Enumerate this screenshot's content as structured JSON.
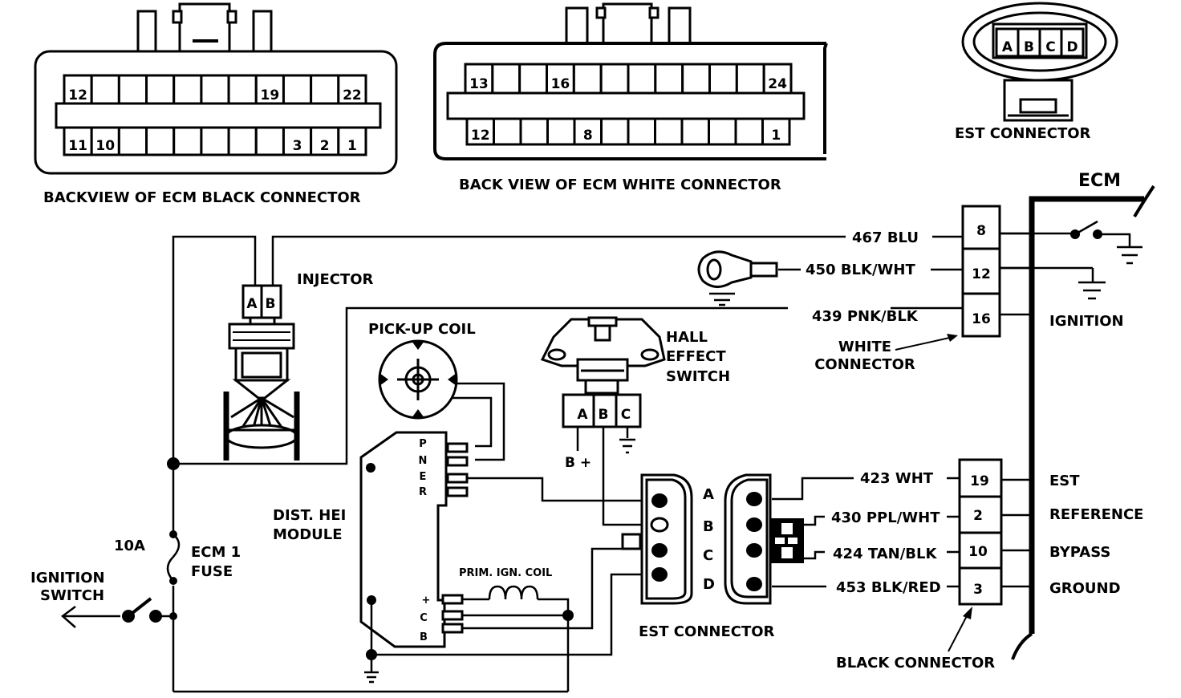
{
  "diagram": {
    "type": "wiring-diagram",
    "colors": {
      "ink": "#000000",
      "paper": "#ffffff"
    }
  },
  "black_connector_view": {
    "title": "BACKVIEW OF ECM BLACK CONNECTOR",
    "top_row_labels": [
      "12",
      "",
      "",
      "",
      "",
      "",
      "",
      "19",
      "",
      "",
      "22"
    ],
    "bottom_row_labels": [
      "11",
      "10",
      "",
      "",
      "",
      "",
      "",
      "",
      "3",
      "2",
      "1"
    ]
  },
  "white_connector_view": {
    "title": "BACK VIEW OF ECM WHITE CONNECTOR",
    "top_row_labels": [
      "13",
      "",
      "",
      "16",
      "",
      "",
      "",
      "",
      "",
      "",
      "",
      "24"
    ],
    "bottom_row_labels": [
      "12",
      "",
      "",
      "",
      "8",
      "",
      "",
      "",
      "",
      "",
      "",
      "1"
    ]
  },
  "est_connector_view": {
    "title": "EST CONNECTOR",
    "pins": [
      "A",
      "B",
      "C",
      "D"
    ]
  },
  "ecm": {
    "label": "ECM",
    "ignition_label": "IGNITION",
    "white_connector": {
      "label_line1": "WHITE",
      "label_line2": "CONNECTOR",
      "pins": [
        {
          "pin": "8",
          "wire": "467 BLU"
        },
        {
          "pin": "12",
          "wire": "450 BLK/WHT"
        },
        {
          "pin": "16",
          "wire": "439 PNK/BLK"
        }
      ]
    },
    "black_connector": {
      "label": "BLACK CONNECTOR",
      "pins": [
        {
          "pin": "19",
          "wire": "423 WHT",
          "function": "EST"
        },
        {
          "pin": "2",
          "wire": "430 PPL/WHT",
          "function": "REFERENCE"
        },
        {
          "pin": "10",
          "wire": "424 TAN/BLK",
          "function": "BYPASS"
        },
        {
          "pin": "3",
          "wire": "453 BLK/RED",
          "function": "GROUND"
        }
      ]
    }
  },
  "components": {
    "injector": {
      "label": "INJECTOR",
      "pins": [
        "A",
        "B"
      ]
    },
    "pickup_coil": {
      "label": "PICK-UP COIL"
    },
    "hall_switch": {
      "label_lines": [
        "HALL",
        "EFFECT",
        "SWITCH"
      ],
      "pins": [
        "A",
        "B",
        "C"
      ],
      "bplus_label": "B +"
    },
    "hei_module": {
      "label_lines": [
        "DIST. HEI",
        "MODULE"
      ],
      "top_pins": [
        "P",
        "N",
        "E",
        "R"
      ],
      "bottom_pins": [
        "+",
        "C",
        "B"
      ]
    },
    "prim_coil": {
      "label": "PRIM. IGN. COIL"
    },
    "est_connector": {
      "label": "EST CONNECTOR",
      "pins": [
        "A",
        "B",
        "C",
        "D"
      ]
    },
    "fuse": {
      "rating": "10A",
      "label_lines": [
        "ECM 1",
        "FUSE"
      ]
    },
    "ignition_switch": {
      "label_lines": [
        "IGNITION",
        "SWITCH"
      ]
    }
  }
}
